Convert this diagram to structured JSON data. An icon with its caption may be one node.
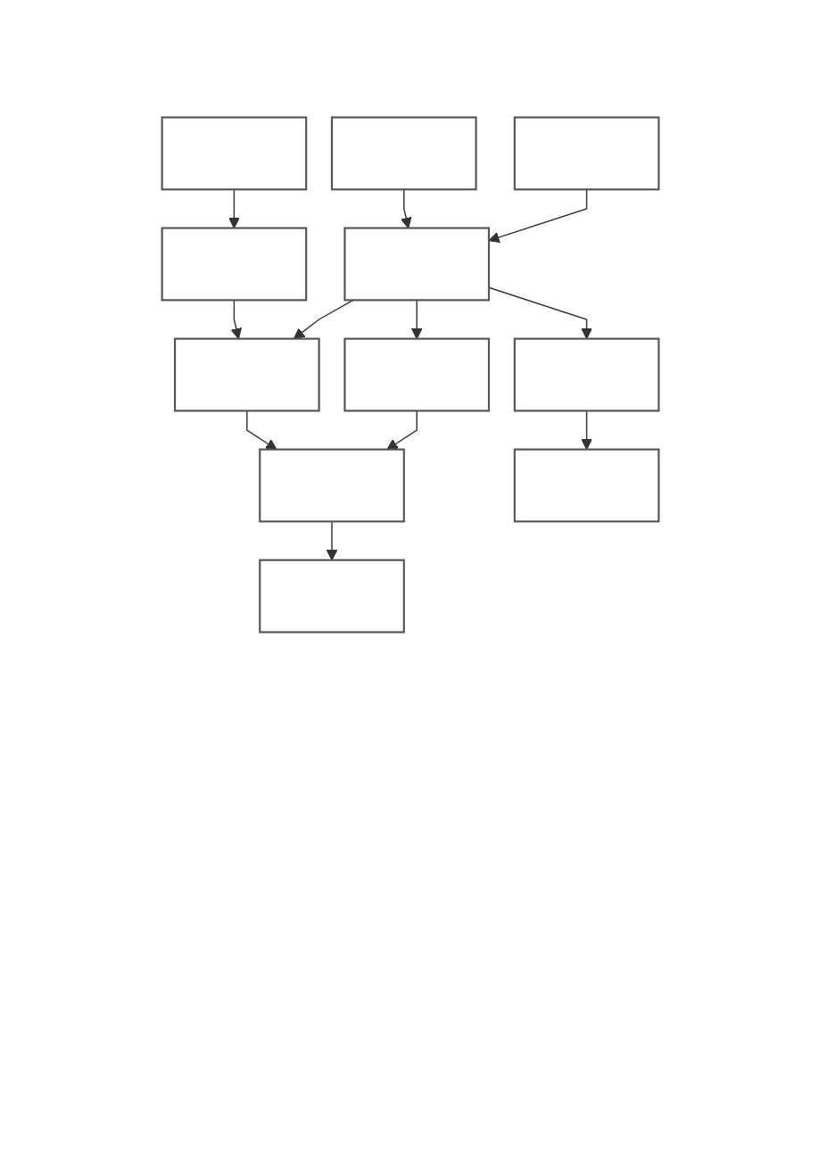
{
  "diagram": {
    "nodes": [
      {
        "text": [],
        "shape": "box"
      },
      {
        "text": [],
        "shape": "box"
      },
      {
        "text": [],
        "shape": "box"
      },
      {
        "text": [],
        "shape": "box"
      },
      {
        "text": [],
        "shape": "box"
      },
      {
        "text": [],
        "shape": "box"
      },
      {
        "text": [],
        "shape": "box"
      },
      {
        "text": [],
        "shape": "box"
      },
      {
        "text": [],
        "shape": "box"
      },
      {
        "text": [],
        "shape": "box"
      },
      {
        "text": [],
        "shape": "box"
      }
    ],
    "edges": [
      {
        "from": 0,
        "to": 3,
        "arrow": "to"
      },
      {
        "from": 1,
        "to": 4,
        "arrow": "to"
      },
      {
        "from": 2,
        "to": 4,
        "arrow": "to"
      },
      {
        "from": 3,
        "to": 5,
        "arrow": "to"
      },
      {
        "from": 4,
        "to": 5,
        "arrow": "to"
      },
      {
        "from": 4,
        "to": 6,
        "arrow": "to"
      },
      {
        "from": 4,
        "to": 7,
        "arrow": "to"
      },
      {
        "from": 5,
        "to": 8,
        "arrow": "to"
      },
      {
        "from": 6,
        "to": 8,
        "arrow": "to"
      },
      {
        "from": 8,
        "to": 9,
        "arrow": "to"
      },
      {
        "from": 7,
        "to": 10,
        "arrow": "to"
      }
    ]
  }
}
